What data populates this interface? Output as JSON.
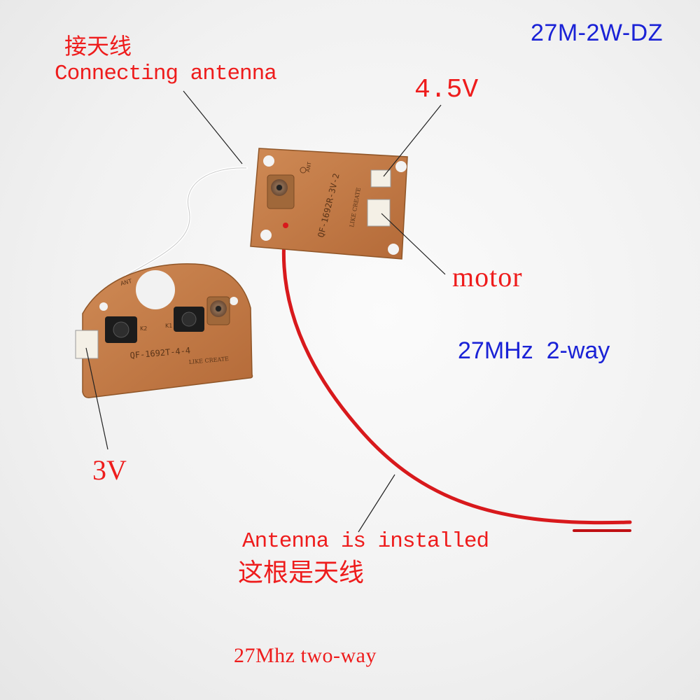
{
  "title": "27M-2W-DZ",
  "frequency": "27MHz  2-way",
  "labels": {
    "antenna_cn": "接天线",
    "antenna_en": "Connecting antenna",
    "voltage_receiver": "4.5V",
    "motor": "motor",
    "voltage_transmitter": "3V",
    "antenna_installed_en": "Antenna is installed",
    "antenna_installed_cn": "这根是天线",
    "footer": "27Mhz two-way"
  },
  "boards": {
    "transmitter_code": "QF-1692T-4-4",
    "transmitter_brand": "LIKE CREATE",
    "transmitter_ant": "ANT",
    "transmitter_k1": "K1",
    "transmitter_k2": "K2",
    "receiver_code": "QF-1692R-3V-2",
    "receiver_brand": "LIKE CREATE",
    "receiver_ant": "ANT"
  },
  "colors": {
    "annotation_red": "#ee1c1c",
    "title_blue": "#1a22d6",
    "pcb": "#c27a45",
    "wire": "#d8191c"
  }
}
